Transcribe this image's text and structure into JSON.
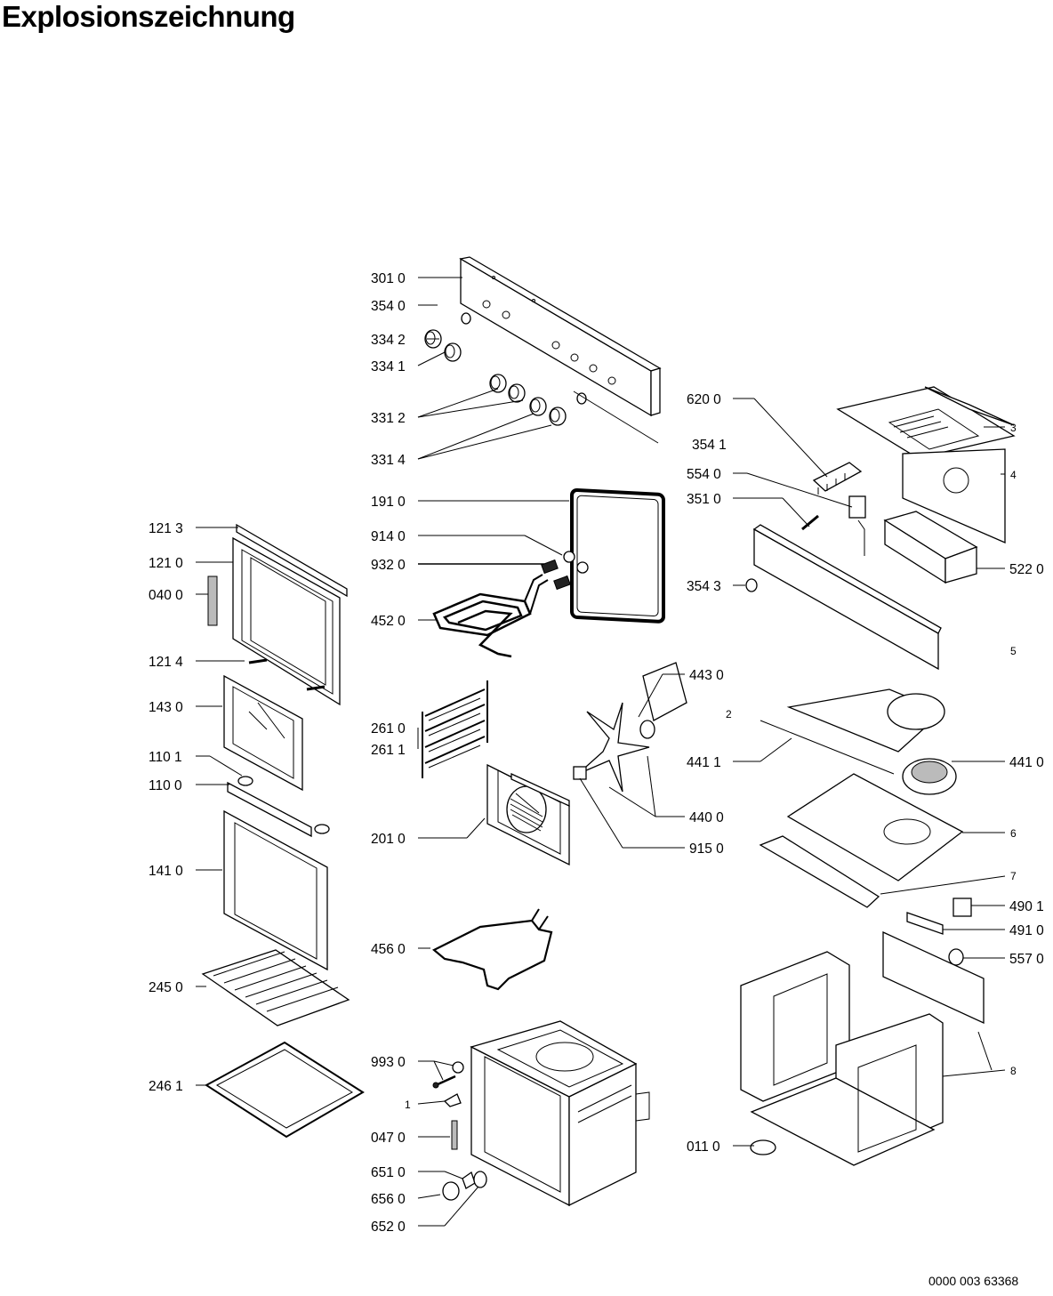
{
  "title": "Explosionszeichnung",
  "document_number": "0000 003 63368",
  "part_labels": [
    "301 0",
    "354 0",
    "334 2",
    "334 1",
    "331 2",
    "331 4",
    "191 0",
    "914 0",
    "932 0",
    "452 0",
    "261 0",
    "261 1",
    "201 0",
    "456 0",
    "993 0",
    "1",
    "047 0",
    "651 0",
    "656 0",
    "652 0",
    "121 3",
    "121 0",
    "040 0",
    "121 4",
    "143 0",
    "110 1",
    "110 0",
    "141 0",
    "245 0",
    "246 1",
    "620 0",
    "354 1",
    "554 0",
    "351 0",
    "354 3",
    "443 0",
    "2",
    "441 1",
    "440 0",
    "915 0",
    "011 0",
    "3",
    "4",
    "522 0",
    "5",
    "441 0",
    "6",
    "7",
    "490 1",
    "491 0",
    "557 0",
    "8"
  ]
}
